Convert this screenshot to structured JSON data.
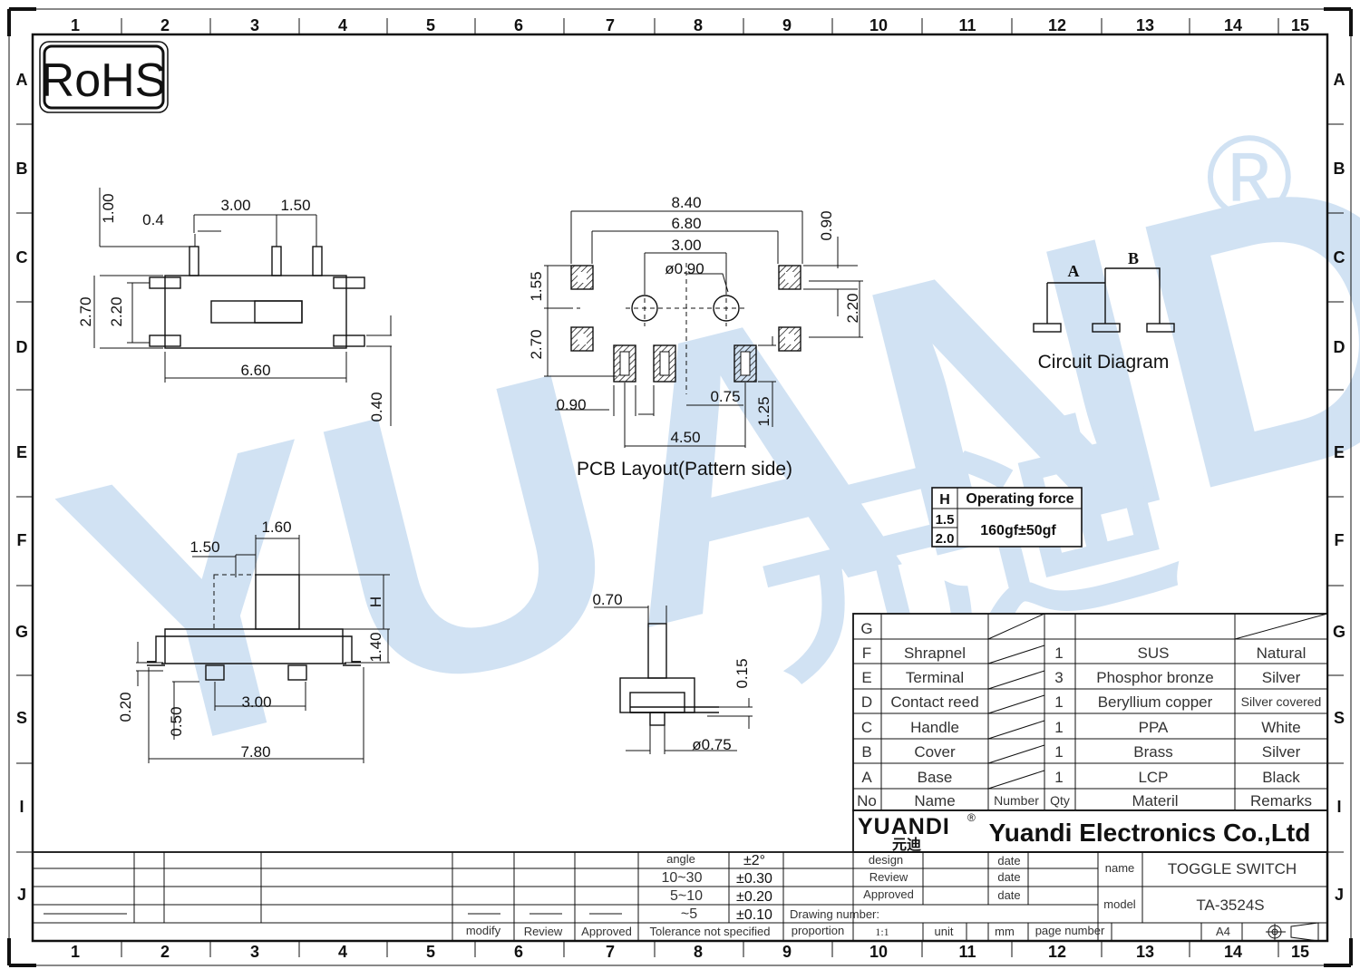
{
  "rohs": "RoHS",
  "columns": [
    "1",
    "2",
    "3",
    "4",
    "5",
    "6",
    "7",
    "8",
    "9",
    "10",
    "11",
    "12",
    "13",
    "14",
    "15"
  ],
  "rows": [
    "A",
    "B",
    "C",
    "D",
    "E",
    "F",
    "G",
    "S",
    "I",
    "J"
  ],
  "watermark": {
    "text": "YUANDI",
    "cjk": "元迪",
    "reg": "®"
  },
  "side_view_dims": {
    "d1": "1.00",
    "d2": "0.4",
    "d3": "3.00",
    "d4": "1.50",
    "d5": "2.70",
    "d6": "2.20",
    "d7": "6.60",
    "d8": "0.40"
  },
  "pcb_layout": {
    "d_840": "8.40",
    "d_680": "6.80",
    "d_300": "3.00",
    "d_hole": "ø0.90",
    "d_090r": "0.90",
    "d_155": "1.55",
    "d_270": "2.70",
    "d_220": "2.20",
    "d_090": "0.90",
    "d_075": "0.75",
    "d_125": "1.25",
    "d_450": "4.50",
    "caption": "PCB  Layout(Pattern  side)"
  },
  "circuit": {
    "label_a": "A",
    "label_b": "B",
    "caption": "Circuit  Diagram"
  },
  "force_table": {
    "h_header": "H",
    "force_header": "Operating force",
    "h1": "1.5",
    "h2": "2.0",
    "force": "160gf±50gf"
  },
  "front_view_dims": {
    "d_160": "1.60",
    "d_150": "1.50",
    "d_h": "H",
    "d_140": "1.40",
    "d_020": "0.20",
    "d_050": "0.50",
    "d_300": "3.00",
    "d_780": "7.80"
  },
  "small_view_dims": {
    "d_070": "0.70",
    "d_015": "0.15",
    "d_dia": "ø0.75"
  },
  "bom": {
    "rows": [
      {
        "no": "G",
        "name": "",
        "number": "",
        "qty": "",
        "material": "",
        "remarks": ""
      },
      {
        "no": "F",
        "name": "Shrapnel",
        "number": "",
        "qty": "1",
        "material": "SUS",
        "remarks": "Natural"
      },
      {
        "no": "E",
        "name": "Terminal",
        "number": "",
        "qty": "3",
        "material": "Phosphor bronze",
        "remarks": "Silver"
      },
      {
        "no": "D",
        "name": "Contact reed",
        "number": "",
        "qty": "1",
        "material": "Beryllium copper",
        "remarks": "Silver covered"
      },
      {
        "no": "C",
        "name": "Handle",
        "number": "",
        "qty": "1",
        "material": "PPA",
        "remarks": "White"
      },
      {
        "no": "B",
        "name": "Cover",
        "number": "",
        "qty": "1",
        "material": "Brass",
        "remarks": "Silver"
      },
      {
        "no": "A",
        "name": "Base",
        "number": "",
        "qty": "1",
        "material": "LCP",
        "remarks": "Black"
      }
    ],
    "header": {
      "no": "No",
      "name": "Name",
      "number": "Number",
      "qty": "Qty",
      "material": "Materil",
      "remarks": "Remarks"
    }
  },
  "company": {
    "logo": "YUANDI",
    "logo_cjk": "元迪",
    "name": "Yuandi Electronics Co.,Ltd"
  },
  "title_block": {
    "angle": "angle",
    "angle_tol": "±2°",
    "r1": "10~30",
    "r1_tol": "±0.30",
    "r2": "5~10",
    "r2_tol": "±0.20",
    "r3": "~5",
    "r3_tol": "±0.10",
    "modify": "modify",
    "review": "Review",
    "approved": "Approved",
    "tolerance": "Tolerance not specified",
    "design": "design",
    "review2": "Review",
    "approved2": "Approved",
    "date": "date",
    "name_label": "name",
    "product_name": "TOGGLE SWITCH",
    "model_label": "model",
    "model": "TA-3524S",
    "drawing_number": "Drawing number:",
    "proportion": "proportion",
    "scale": "1:1",
    "unit": "unit",
    "unit_value": "mm",
    "page_number": "page number",
    "paper": "A4"
  }
}
